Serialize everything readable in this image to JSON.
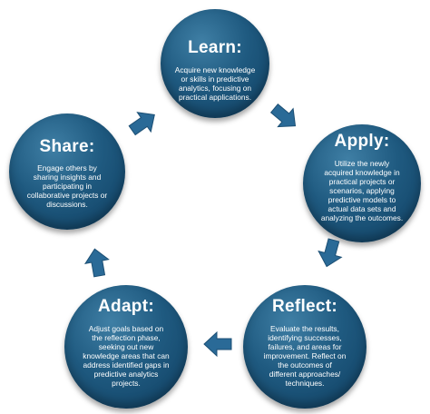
{
  "nodes": {
    "learn": {
      "title": "Learn:",
      "desc": "Acquire new knowledge or skills in predictive analytics, focusing on practical applications."
    },
    "apply": {
      "title": "Apply:",
      "desc": "Utilize the newly acquired knowledge in practical projects or scenarios, applying predictive models to actual data sets and analyzing the outcomes."
    },
    "reflect": {
      "title": "Reflect:",
      "desc": "Evaluate the results, identifying successes, failures, and areas for improvement. Reflect on the outcomes of different approaches/ techniques."
    },
    "adapt": {
      "title": "Adapt:",
      "desc": "Adjust goals based on the reflection phase, seeking out new knowledge areas that can address identified gaps in predictive analytics projects."
    },
    "share": {
      "title": "Share:",
      "desc": "Engage others by sharing insights and participating in collaborative projects or discussions."
    }
  },
  "colors": {
    "node_fill": "#1f5a80",
    "arrow_fill": "#2a6a97",
    "text": "#ffffff"
  },
  "icons": {
    "connector": "block-arrow-icon"
  }
}
